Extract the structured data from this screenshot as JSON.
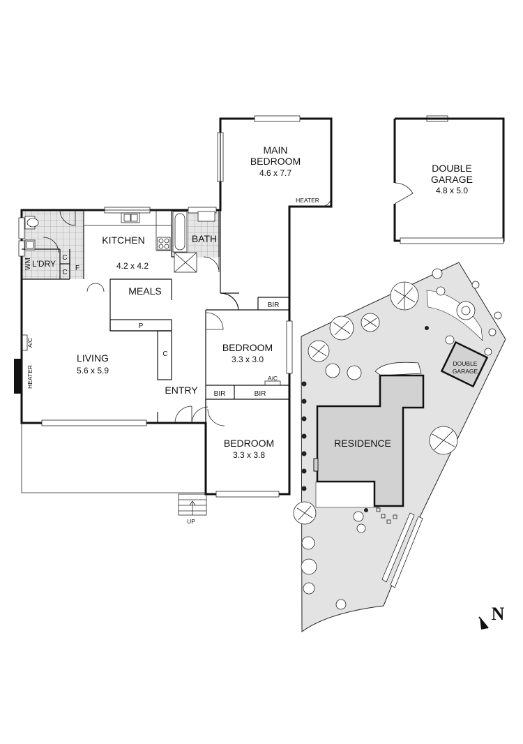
{
  "floorplan": {
    "rooms": {
      "main_bedroom": {
        "name_line1": "MAIN",
        "name_line2": "BEDROOM",
        "size": "4.6 x 7.7"
      },
      "heater_label_main": "HEATER",
      "double_garage": {
        "name_line1": "DOUBLE",
        "name_line2": "GARAGE",
        "size": "4.8 x 5.0"
      },
      "kitchen": {
        "name": "KITCHEN",
        "size": "4.2 x 4.2"
      },
      "bath": {
        "name": "BATH"
      },
      "laundry": {
        "name": "L'DRY"
      },
      "wm_label": "WM",
      "c_label": "C",
      "f_label": "F",
      "meals": {
        "name": "MEALS"
      },
      "pantry_label": "P",
      "living": {
        "name": "LIVING",
        "size": "5.6 x 5.9"
      },
      "ac_label_living": "A/C",
      "heater_label_living": "HEATER",
      "entry": {
        "name": "ENTRY"
      },
      "bir_label": "BIR",
      "bedroom2": {
        "name": "BEDROOM",
        "size": "3.3 x 3.0"
      },
      "ac_label_bedroom": "A/C",
      "bedroom3": {
        "name": "BEDROOM",
        "size": "3.3 x 3.8"
      },
      "up_label": "UP"
    }
  },
  "siteplan": {
    "residence_label": "RESIDENCE",
    "garage_line1": "DOUBLE",
    "garage_line2": "GARAGE",
    "north_label": "N"
  }
}
